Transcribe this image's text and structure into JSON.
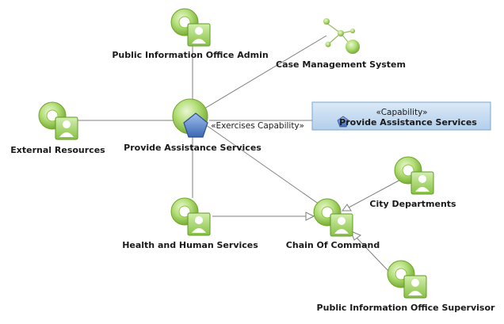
{
  "nodes": {
    "pio_admin": {
      "label": "Public Information Office Admin",
      "kind": "role"
    },
    "case_mgmt": {
      "label": "Case Management System",
      "kind": "system"
    },
    "external": {
      "label": "External Resources",
      "kind": "role"
    },
    "provide": {
      "label": "Provide Assistance Services",
      "kind": "capability-hub"
    },
    "health": {
      "label": "Health and Human Services",
      "kind": "role"
    },
    "chain": {
      "label": "Chain Of Command",
      "kind": "role"
    },
    "city": {
      "label": "City Departments",
      "kind": "role"
    },
    "pio_super": {
      "label": "Public Information Office Supervisor",
      "kind": "role"
    }
  },
  "connector_label": "«Exercises Capability»",
  "capability_box": {
    "stereotype": "«Capability»",
    "name": "Provide Assistance Services",
    "fill": "#c6dcf0",
    "border": "#7aa7cf"
  },
  "colors": {
    "role_green": "#8cc63f",
    "line": "#7f7f7f",
    "capability_blue": "#4a78c2"
  },
  "icons": {
    "role": "actor-role-icon",
    "system": "system-network-icon",
    "capability": "capability-pentagon-icon"
  }
}
